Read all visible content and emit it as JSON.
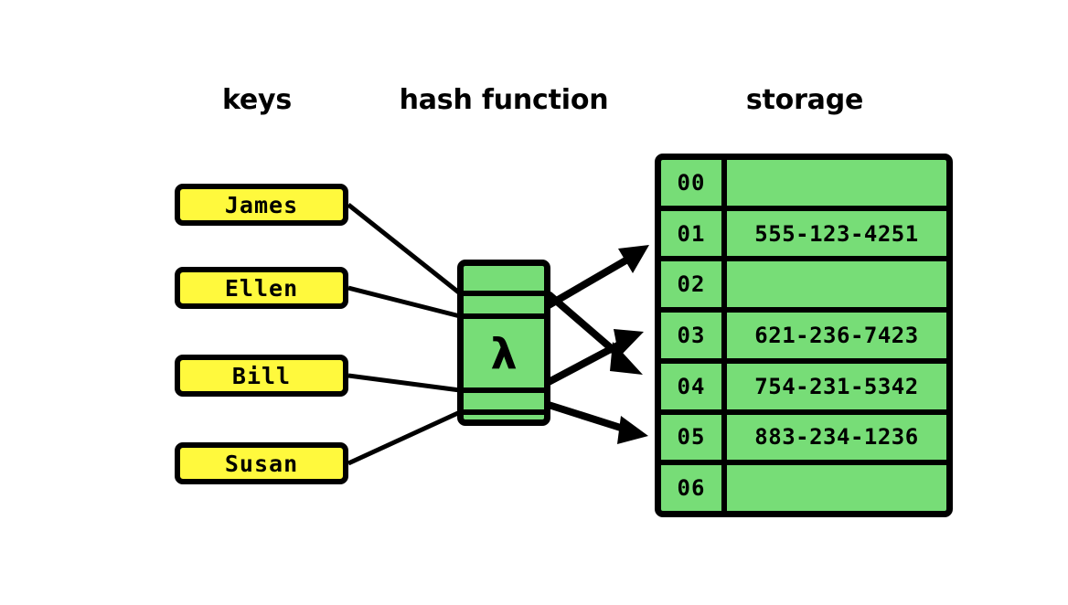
{
  "headers": {
    "keys": "keys",
    "hash_function": "hash function",
    "storage": "storage"
  },
  "keys": [
    {
      "label": "James"
    },
    {
      "label": "Ellen"
    },
    {
      "label": "Bill"
    },
    {
      "label": "Susan"
    }
  ],
  "hash_function": {
    "symbol": "λ"
  },
  "storage": {
    "slots": [
      {
        "index": "00",
        "value": ""
      },
      {
        "index": "01",
        "value": "555-123-4251"
      },
      {
        "index": "02",
        "value": ""
      },
      {
        "index": "03",
        "value": "621-236-7423"
      },
      {
        "index": "04",
        "value": "754-231-5342"
      },
      {
        "index": "05",
        "value": "883-234-1236"
      },
      {
        "index": "06",
        "value": ""
      }
    ]
  },
  "colors": {
    "key_fill": "#FFF93D",
    "storage_fill": "#77DD77",
    "hash_fill": "#77DD77",
    "stroke": "#000000",
    "background": "#FFFFFF"
  }
}
